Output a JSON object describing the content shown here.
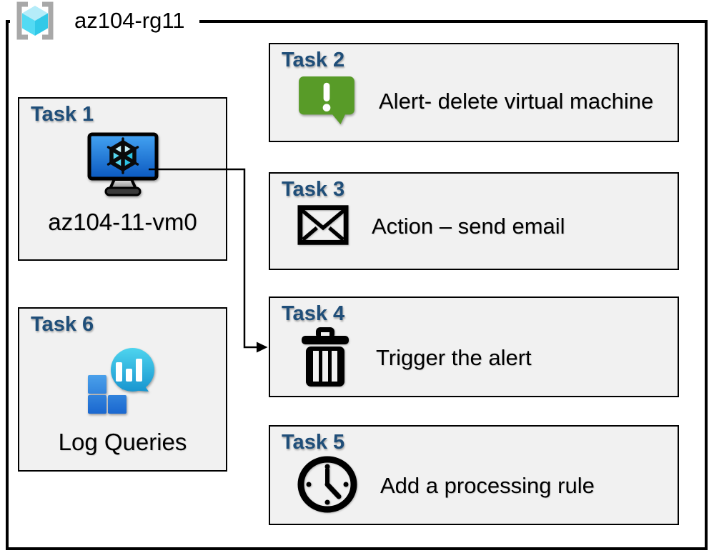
{
  "header": {
    "title": "az104-rg11",
    "icon": "resource-group-icon"
  },
  "tasks": [
    {
      "title": "Task 1",
      "label": "az104-11-vm0",
      "icon": "virtual-machine-icon"
    },
    {
      "title": "Task 2",
      "label": "Alert- delete virtual machine",
      "icon": "alert-message-icon"
    },
    {
      "title": "Task 3",
      "label": "Action – send email",
      "icon": "email-envelope-icon"
    },
    {
      "title": "Task 4",
      "label": "Trigger the alert",
      "icon": "trash-delete-icon"
    },
    {
      "title": "Task 5",
      "label": "Add a processing rule",
      "icon": "clock-icon"
    },
    {
      "title": "Task 6",
      "label": "Log Queries",
      "icon": "log-analytics-icon"
    }
  ],
  "connector": {
    "from": "Task 1",
    "to": "Task 4"
  },
  "colors": {
    "task_title_blue": "#1f4e79",
    "box_fill": "#f1f1f1",
    "alert_green_top": "#83c543",
    "alert_green_bottom": "#589b28",
    "vm_screen_top": "#44a3f2",
    "vm_screen_bottom": "#0a58bf",
    "cube_cyan": "#50dcf4",
    "log_teal_top": "#4ed4ee",
    "log_teal_bottom": "#1692ce",
    "log_square_top": "#4aa0ea",
    "log_square_bottom": "#1a67cf",
    "bracket_gray": "#a8a8a8",
    "border_black": "#000000"
  }
}
